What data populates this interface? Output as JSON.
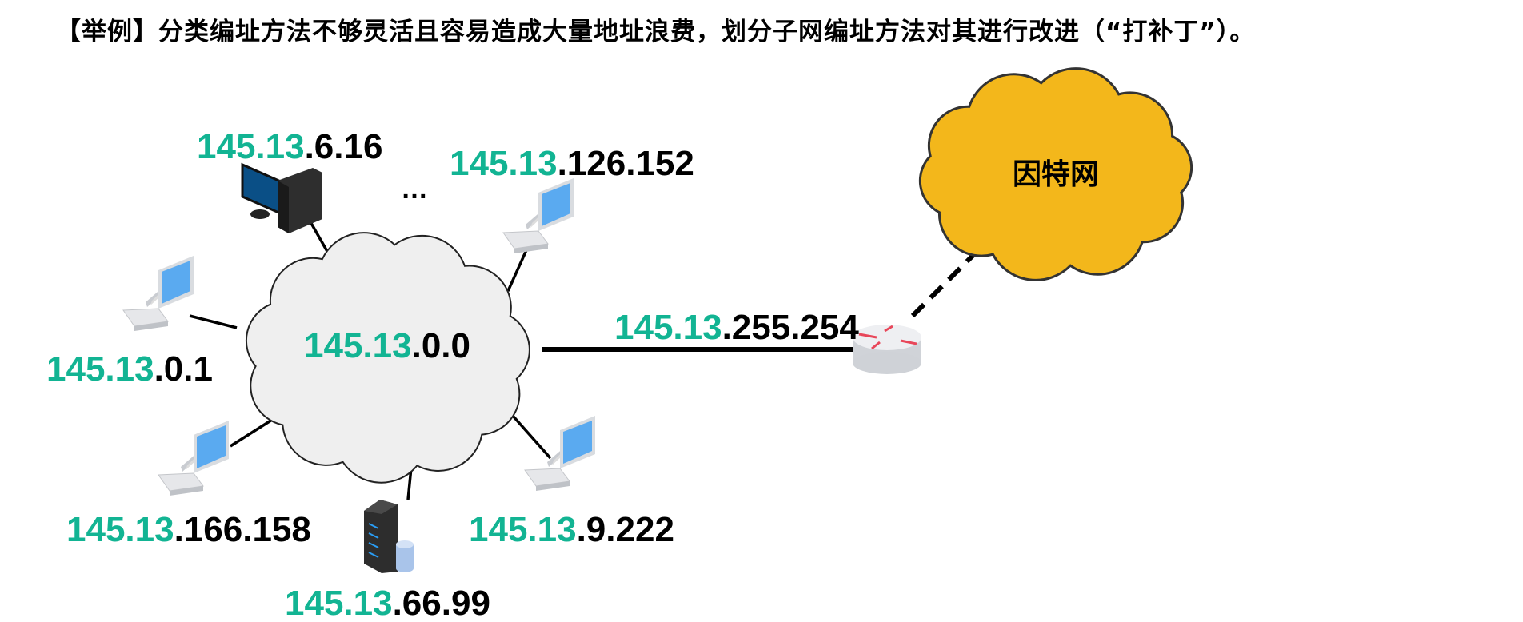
{
  "title": "【举例】分类编址方法不够灵活且容易造成大量地址浪费，划分子网编址方法对其进行改进（“打补丁”）。",
  "network": {
    "prefix": "145.13",
    "suffix": ".0.0"
  },
  "internet_label": "因特网",
  "ellipsis": "…",
  "router": {
    "prefix": "145.13",
    "suffix": ".255.254"
  },
  "hosts": [
    {
      "device": "desktop",
      "prefix": "145.13",
      "suffix": ".6.16"
    },
    {
      "device": "laptop",
      "prefix": "145.13",
      "suffix": ".126.152"
    },
    {
      "device": "laptop",
      "prefix": "145.13",
      "suffix": ".0.1"
    },
    {
      "device": "laptop",
      "prefix": "145.13",
      "suffix": ".166.158"
    },
    {
      "device": "server",
      "prefix": "145.13",
      "suffix": ".66.99"
    },
    {
      "device": "laptop",
      "prefix": "145.13",
      "suffix": ".9.222"
    }
  ],
  "colors": {
    "network_part": "#12b493",
    "host_part": "#000000",
    "internet_cloud": "#f3b71b",
    "lan_cloud": "#efefef"
  }
}
